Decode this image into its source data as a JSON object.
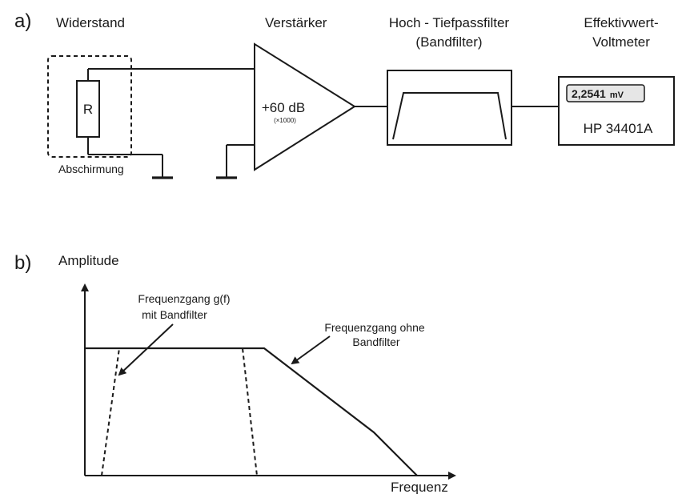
{
  "part_a": {
    "label": "a)",
    "resistor": {
      "title": "Widerstand",
      "symbol": "R",
      "shield_label": "Abschirmung"
    },
    "amplifier": {
      "title": "Verstärker",
      "gain": "+60 dB",
      "gain_factor": "(×1000)"
    },
    "filter": {
      "title_line1": "Hoch - Tiefpassfilter",
      "title_line2": "(Bandfilter)"
    },
    "voltmeter": {
      "title_line1": "Effektivwert-",
      "title_line2": "Voltmeter",
      "reading_value": "2,2541",
      "reading_unit": "mV",
      "model": "HP 34401A"
    }
  },
  "part_b": {
    "label": "b)",
    "y_axis_label": "Amplitude",
    "x_axis_label": "Frequenz",
    "annotation_filter_line1": "Frequenzgang g(f)",
    "annotation_filter_line2": "mit Bandfilter",
    "annotation_nofilter_line1": "Frequenzgang ohne",
    "annotation_nofilter_line2": "Bandfilter"
  }
}
